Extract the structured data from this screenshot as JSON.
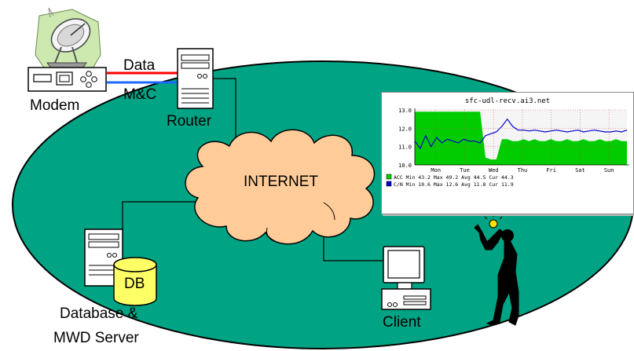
{
  "diagram": {
    "labels": {
      "data": "Data",
      "mc": "M&C",
      "modem": "Modem",
      "router": "Router",
      "internet": "INTERNET",
      "db": "DB",
      "server_line1": "Database &",
      "server_line2": "MWD Server",
      "client": "Client"
    },
    "colors": {
      "ellipse": "#00a383",
      "cloud": "#ffcc99",
      "data_link": "#ff0000",
      "mc_link": "#1a6aff",
      "db_cylinder": "#ffff66",
      "chart_green": "#00cc00",
      "chart_blue": "#0000cc"
    }
  },
  "chart_data": {
    "type": "area",
    "title": "sfc-udl-recv.ai3.net",
    "ylim": [
      10.0,
      13.0
    ],
    "y_ticks": [
      "13.0",
      "12.0",
      "11.0",
      "10.0"
    ],
    "x_ticks": [
      "Mon",
      "Tue",
      "Wed",
      "Thu",
      "Fri",
      "Sat",
      "Sun"
    ],
    "grid": true,
    "legend_placement": "bottom",
    "series": [
      {
        "name": "ACC",
        "color": "#00cc00",
        "style": "filled",
        "values": [
          12.9,
          12.9,
          12.9,
          12.9,
          12.9,
          12.9,
          12.9,
          12.9,
          12.9,
          12.9,
          12.9,
          12.9,
          12.9,
          10.4,
          10.3,
          10.3,
          11.4,
          11.4,
          11.3,
          11.3,
          11.4,
          11.3,
          11.4,
          11.3,
          11.3,
          11.4,
          11.3,
          11.3,
          11.4,
          11.3,
          11.3,
          11.4,
          11.3,
          11.3,
          11.4,
          11.3,
          11.3,
          11.4,
          11.3,
          11.3
        ],
        "stats": {
          "min": "43.2",
          "max": "49.2",
          "avg": "44.5",
          "cur": "44.3"
        }
      },
      {
        "name": "C/N",
        "color": "#0000cc",
        "style": "line",
        "values": [
          11.3,
          10.9,
          11.6,
          11.0,
          11.5,
          11.2,
          11.4,
          11.3,
          11.2,
          11.4,
          11.3,
          11.3,
          11.2,
          11.6,
          11.7,
          11.8,
          12.1,
          12.5,
          12.1,
          11.9,
          11.9,
          11.85,
          11.9,
          11.85,
          11.8,
          11.85,
          11.9,
          11.85,
          11.8,
          11.85,
          11.9,
          11.8,
          11.85,
          11.9,
          11.85,
          11.8,
          11.8,
          11.85,
          11.8,
          11.9
        ],
        "stats": {
          "min": "10.6",
          "max": "12.6",
          "avg": "11.8",
          "cur": "11.9"
        }
      }
    ],
    "legend_stat_labels": {
      "min": "Min",
      "max": "Max",
      "avg": "Avg",
      "cur": "Cur"
    }
  }
}
